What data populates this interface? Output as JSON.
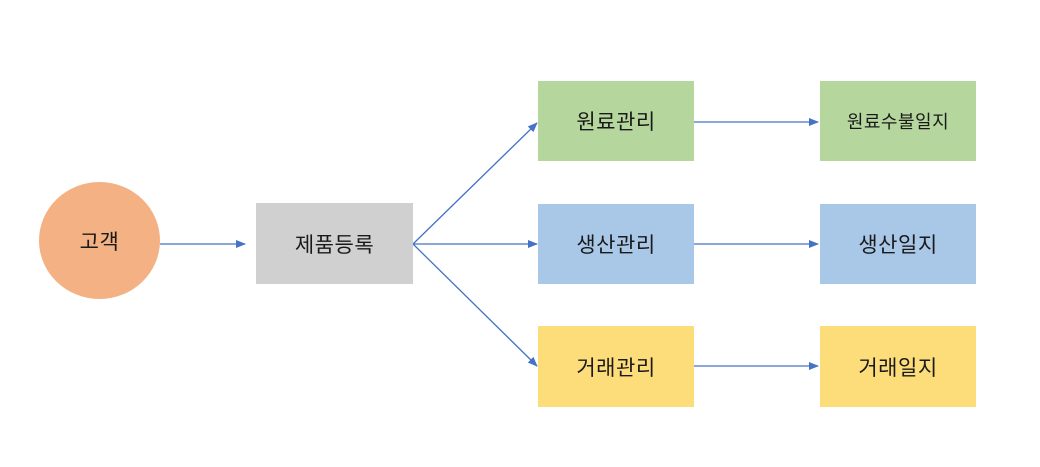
{
  "colors": {
    "customer": "#f4b183",
    "product": "#d0d0d0",
    "material": "#b5d69d",
    "production": "#a9c8e8",
    "trade": "#fddc7a",
    "arrow": "#4472c4"
  },
  "nodes": {
    "customer": {
      "label": "고객",
      "shape": "ellipse"
    },
    "product": {
      "label": "제품등록"
    },
    "material": {
      "label": "원료관리"
    },
    "production": {
      "label": "생산관리"
    },
    "trade": {
      "label": "거래관리"
    },
    "material_log": {
      "label": "원료수불일지"
    },
    "production_log": {
      "label": "생산일지"
    },
    "trade_log": {
      "label": "거래일지"
    }
  },
  "edges": [
    {
      "from": "customer",
      "to": "product"
    },
    {
      "from": "product",
      "to": "material"
    },
    {
      "from": "product",
      "to": "production"
    },
    {
      "from": "product",
      "to": "trade"
    },
    {
      "from": "material",
      "to": "material_log"
    },
    {
      "from": "production",
      "to": "production_log"
    },
    {
      "from": "trade",
      "to": "trade_log"
    }
  ]
}
